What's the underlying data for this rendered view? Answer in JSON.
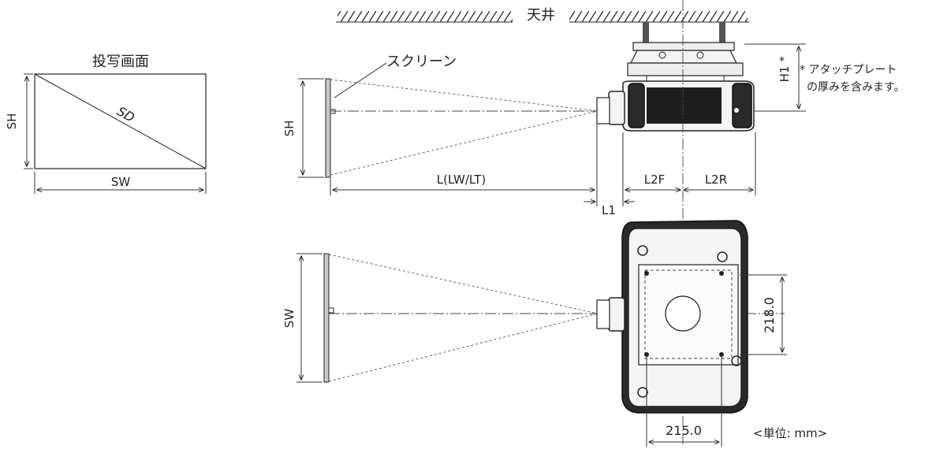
{
  "labels": {
    "ceiling": "天井",
    "projected_image": "投写画面",
    "screen": "スクリーン",
    "sh_left": "SH",
    "sd": "SD",
    "sw_left": "SW",
    "sh_side": "SH",
    "sw_top": "SW",
    "l_lw_lt": "L(LW/LT)",
    "l1": "L1",
    "l2f": "L2F",
    "l2r": "L2R",
    "h1": "H1",
    "h1_star": "*",
    "note_line1": "* アタッチプレート",
    "note_line2": "の厚みを含みます。",
    "dim_218": "218.0",
    "dim_215": "215.0",
    "unit": "<単位: mm>"
  }
}
